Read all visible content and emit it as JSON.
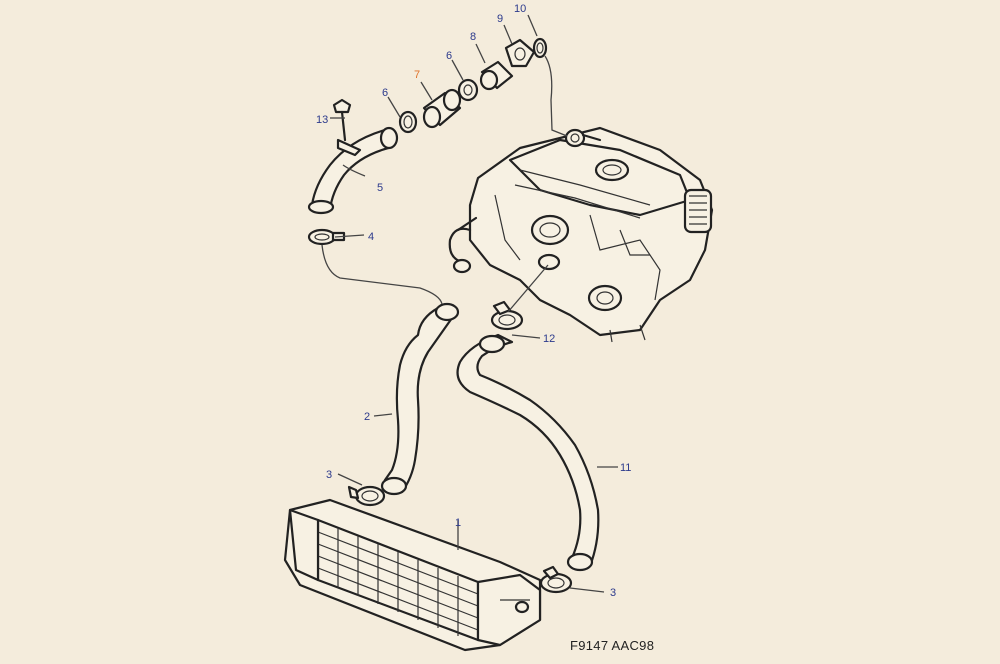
{
  "figure": {
    "code": "F9147 AAC98"
  },
  "callouts": {
    "c1": "1",
    "c2": "2",
    "c3a": "3",
    "c3b": "3",
    "c4": "4",
    "c5": "5",
    "c6a": "6",
    "c6b": "6",
    "c7": "7",
    "c8": "8",
    "c9": "9",
    "c10": "10",
    "c11": "11",
    "c12": "12",
    "c13": "13"
  },
  "colors": {
    "background": "#f4ecdc",
    "callout_text": "#2c3a8c",
    "callout_highlight": "#e0722a",
    "line": "#222222"
  }
}
